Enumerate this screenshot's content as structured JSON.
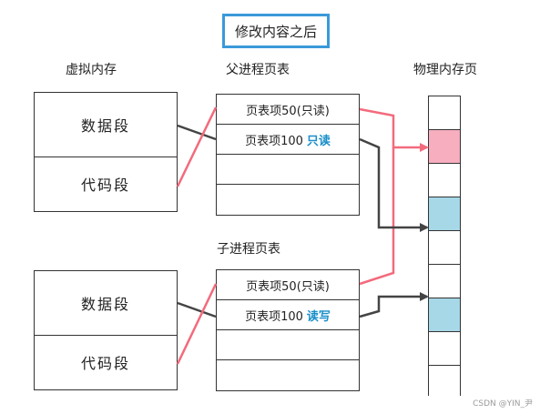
{
  "title": "修改内容之后",
  "headings": {
    "virtual_memory": "虚拟内存",
    "parent_page_table": "父进程页表",
    "child_page_table": "子进程页表",
    "physical_memory": "物理内存页"
  },
  "virtual_memory": {
    "upper": {
      "data_segment": "数据段",
      "code_segment": "代码段"
    },
    "lower": {
      "data_segment": "数据段",
      "code_segment": "代码段"
    }
  },
  "parent_table": {
    "rows": [
      {
        "entry": "页表项50(只读)",
        "perm": ""
      },
      {
        "entry": "页表项100",
        "perm": "只读"
      },
      {
        "entry": "",
        "perm": ""
      },
      {
        "entry": "",
        "perm": ""
      }
    ]
  },
  "child_table": {
    "rows": [
      {
        "entry": "页表项50(只读)",
        "perm": ""
      },
      {
        "entry": "页表项100",
        "perm": "读写"
      },
      {
        "entry": "",
        "perm": ""
      },
      {
        "entry": "",
        "perm": ""
      }
    ]
  },
  "physical_memory": {
    "frames": [
      {
        "color": "#ffffff"
      },
      {
        "color": "#f7aebf"
      },
      {
        "color": "#ffffff"
      },
      {
        "color": "#a6d8e8"
      },
      {
        "color": "#ffffff"
      },
      {
        "color": "#ffffff"
      },
      {
        "color": "#a6d8e8"
      },
      {
        "color": "#ffffff"
      },
      {
        "color": "#ffffff"
      }
    ]
  },
  "colors": {
    "shared_link": "#f36a7c",
    "private_link": "#444444",
    "accent": "#3a9ad9",
    "permission_text": "#1a8fc9"
  },
  "watermark": "CSDN @YIN_尹"
}
